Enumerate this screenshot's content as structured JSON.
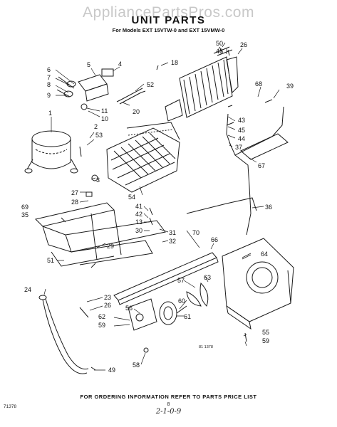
{
  "watermark": "AppliancePartsPros.com",
  "title": "UNIT PARTS",
  "subtitle": "For Models EXT 15VTW-0 and EXT 15VMW-0",
  "footer": "FOR ORDERING INFORMATION REFER TO PARTS PRICE LIST",
  "page_number": "8",
  "handwritten_note": "2-1-0-9",
  "code_left": "71378",
  "code_mid": "81 1378",
  "callouts": {
    "c50": "50",
    "c46": "46",
    "c26a": "26",
    "c18": "18",
    "c5": "5",
    "c4": "4",
    "c6": "6",
    "c7": "7",
    "c8": "8",
    "c9": "9",
    "c52": "52",
    "c68": "68",
    "c39": "39",
    "c11": "11",
    "c10": "10",
    "c20": "20",
    "c43": "43",
    "c1": "1",
    "c2": "2",
    "c53": "53",
    "c45": "45",
    "c44": "44",
    "c37": "37",
    "c67": "67",
    "c3": "3",
    "c27": "27",
    "c28": "28",
    "c54": "54",
    "c41": "41",
    "c42": "42",
    "c36": "36",
    "c69": "69",
    "c35": "35",
    "c13": "13",
    "c30": "30",
    "c31": "31",
    "c32": "32",
    "c70": "70",
    "c66": "66",
    "c29": "29",
    "c51": "51",
    "c64": "64",
    "c24": "24",
    "c23": "23",
    "c26b": "26",
    "c57": "57",
    "c63": "63",
    "c60": "60",
    "c56": "56",
    "c62": "62",
    "c61": "61",
    "c59a": "59",
    "c55": "55",
    "c59b": "59",
    "c58": "58",
    "c49": "49"
  }
}
